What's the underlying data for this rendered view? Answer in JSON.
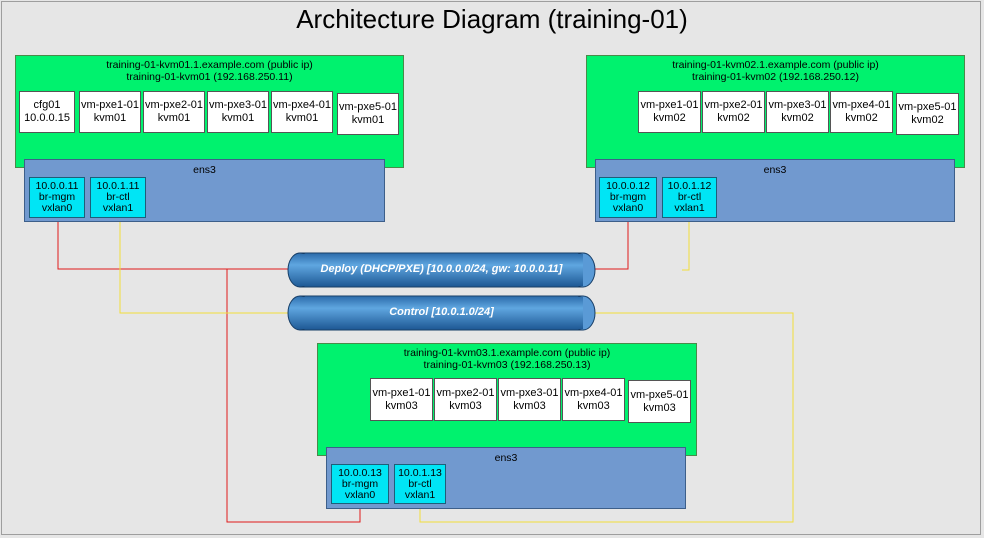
{
  "title": "Architecture Diagram (training-01)",
  "hosts": [
    {
      "label1": "training-01-kvm01.1.example.com (public ip)",
      "label2": "training-01-kvm01 (192.168.250.11)",
      "vms": [
        {
          "name": "cfg01",
          "sub": "10.0.0.15"
        },
        {
          "name": "vm-pxe1-01",
          "sub": "kvm01"
        },
        {
          "name": "vm-pxe2-01",
          "sub": "kvm01"
        },
        {
          "name": "vm-pxe3-01",
          "sub": "kvm01"
        },
        {
          "name": "vm-pxe4-01",
          "sub": "kvm01"
        },
        {
          "name": "vm-pxe5-01",
          "sub": "kvm01"
        }
      ],
      "nic": "ens3",
      "bridges": [
        {
          "ip": "10.0.0.11",
          "name": "br-mgm",
          "vxlan": "vxlan0"
        },
        {
          "ip": "10.0.1.11",
          "name": "br-ctl",
          "vxlan": "vxlan1"
        }
      ]
    },
    {
      "label1": "training-01-kvm02.1.example.com (public ip)",
      "label2": "training-01-kvm02 (192.168.250.12)",
      "vms": [
        {
          "name": "vm-pxe1-01",
          "sub": "kvm02"
        },
        {
          "name": "vm-pxe2-01",
          "sub": "kvm02"
        },
        {
          "name": "vm-pxe3-01",
          "sub": "kvm02"
        },
        {
          "name": "vm-pxe4-01",
          "sub": "kvm02"
        },
        {
          "name": "vm-pxe5-01",
          "sub": "kvm02"
        }
      ],
      "nic": "ens3",
      "bridges": [
        {
          "ip": "10.0.0.12",
          "name": "br-mgm",
          "vxlan": "vxlan0"
        },
        {
          "ip": "10.0.1.12",
          "name": "br-ctl",
          "vxlan": "vxlan1"
        }
      ]
    },
    {
      "label1": "training-01-kvm03.1.example.com (public ip)",
      "label2": "training-01-kvm03 (192.168.250.13)",
      "vms": [
        {
          "name": "vm-pxe1-01",
          "sub": "kvm03"
        },
        {
          "name": "vm-pxe2-01",
          "sub": "kvm03"
        },
        {
          "name": "vm-pxe3-01",
          "sub": "kvm03"
        },
        {
          "name": "vm-pxe4-01",
          "sub": "kvm03"
        },
        {
          "name": "vm-pxe5-01",
          "sub": "kvm03"
        }
      ],
      "nic": "ens3",
      "bridges": [
        {
          "ip": "10.0.0.13",
          "name": "br-mgm",
          "vxlan": "vxlan0"
        },
        {
          "ip": "10.0.1.13",
          "name": "br-ctl",
          "vxlan": "vxlan1"
        }
      ]
    }
  ],
  "networks": {
    "deploy": "Deploy (DHCP/PXE) [10.0.0.0/24, gw: 10.0.0.11]",
    "control": "Control [10.0.1.0/24]"
  },
  "colors": {
    "background": "#e6e6e6",
    "host": "#00f26e",
    "nic": "#7199cf",
    "bridge": "#00e5f5",
    "pipe": "#3f86c8",
    "deploy_link": "#e01a1a",
    "control_link": "#f2df3a"
  }
}
